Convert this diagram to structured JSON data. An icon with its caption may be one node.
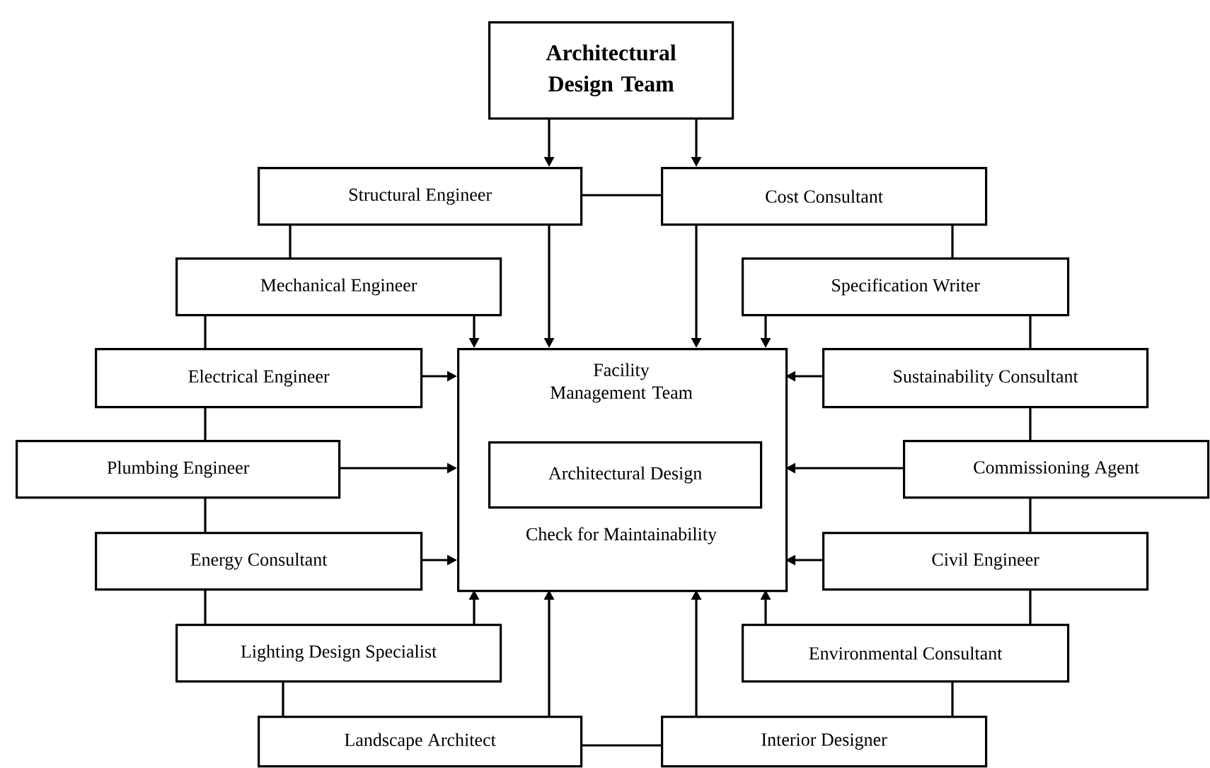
{
  "diagram": {
    "nodes": [
      {
        "text": [
          "Architectural Design Team"
        ]
      },
      {
        "text": [
          "Structural Engineer"
        ]
      },
      {
        "text": [
          "Cost Consultant"
        ]
      },
      {
        "text": [
          "Mechanical Engineer"
        ]
      },
      {
        "text": [
          "Specification Writer"
        ]
      },
      {
        "text": [
          "Facility Management Team",
          "Check for Maintainability"
        ]
      },
      {
        "text": [
          "Architectural Design"
        ],
        "in": 5
      },
      {
        "text": [
          "Electrical Engineer"
        ]
      },
      {
        "text": [
          "Sustainability Consultant"
        ]
      },
      {
        "text": [
          "Plumbing Engineer"
        ]
      },
      {
        "text": [
          "Commissioning Agent"
        ]
      },
      {
        "text": [
          "Energy Consultant"
        ]
      },
      {
        "text": [
          "Civil Engineer"
        ]
      },
      {
        "text": [
          "Lighting Design Specialist"
        ]
      },
      {
        "text": [
          "Environmental Consultant"
        ]
      },
      {
        "text": [
          "Landscape Architect"
        ]
      },
      {
        "text": [
          "Interior Designer"
        ]
      }
    ],
    "edges": [
      {
        "from": 0,
        "to": 1,
        "arrow": "to"
      },
      {
        "from": 0,
        "to": 2,
        "arrow": "to"
      },
      {
        "from": 1,
        "to": 2,
        "arrow": "none"
      },
      {
        "from": 1,
        "to": 5,
        "arrow": "to"
      },
      {
        "from": 2,
        "to": 5,
        "arrow": "to"
      },
      {
        "from": 1,
        "to": 3,
        "arrow": "none"
      },
      {
        "from": 2,
        "to": 4,
        "arrow": "none"
      },
      {
        "from": 3,
        "to": 5,
        "arrow": "to"
      },
      {
        "from": 4,
        "to": 5,
        "arrow": "to"
      },
      {
        "from": 3,
        "to": 7,
        "arrow": "none"
      },
      {
        "from": 4,
        "to": 8,
        "arrow": "none"
      },
      {
        "from": 7,
        "to": 5,
        "arrow": "to"
      },
      {
        "from": 8,
        "to": 5,
        "arrow": "to"
      },
      {
        "from": 7,
        "to": 9,
        "arrow": "none"
      },
      {
        "from": 8,
        "to": 10,
        "arrow": "none"
      },
      {
        "from": 9,
        "to": 5,
        "arrow": "to"
      },
      {
        "from": 10,
        "to": 5,
        "arrow": "to"
      },
      {
        "from": 9,
        "to": 11,
        "arrow": "none"
      },
      {
        "from": 10,
        "to": 12,
        "arrow": "none"
      },
      {
        "from": 11,
        "to": 5,
        "arrow": "to"
      },
      {
        "from": 12,
        "to": 5,
        "arrow": "to"
      },
      {
        "from": 11,
        "to": 13,
        "arrow": "none"
      },
      {
        "from": 12,
        "to": 14,
        "arrow": "none"
      },
      {
        "from": 13,
        "to": 5,
        "arrow": "to"
      },
      {
        "from": 14,
        "to": 5,
        "arrow": "to"
      },
      {
        "from": 13,
        "to": 15,
        "arrow": "none"
      },
      {
        "from": 14,
        "to": 16,
        "arrow": "none"
      },
      {
        "from": 15,
        "to": 5,
        "arrow": "to"
      },
      {
        "from": 16,
        "to": 5,
        "arrow": "to"
      },
      {
        "from": 15,
        "to": 16,
        "arrow": "none"
      }
    ]
  }
}
